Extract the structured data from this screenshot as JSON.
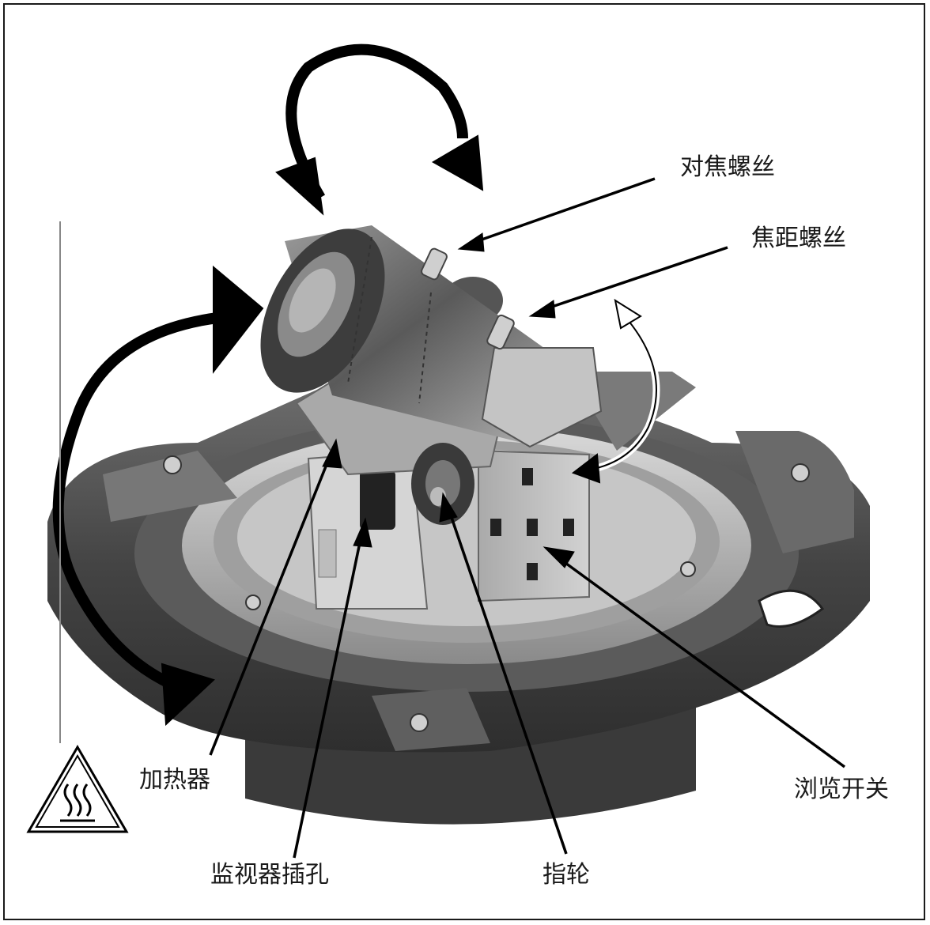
{
  "labels": {
    "focus_screw": "对焦螺丝",
    "zoom_screw": "焦距螺丝",
    "heater": "加热器",
    "browse_switch": "浏览开关",
    "monitor_jack": "监视器插孔",
    "thumbwheel": "指轮"
  },
  "colors": {
    "line": "#000000",
    "body_dark": "#3a3a3a",
    "body_mid": "#7d7d7d",
    "body_light": "#bdbdbd",
    "panel": "#c8c8c8"
  },
  "icons": {
    "warning": "hot-surface-warning-icon"
  }
}
